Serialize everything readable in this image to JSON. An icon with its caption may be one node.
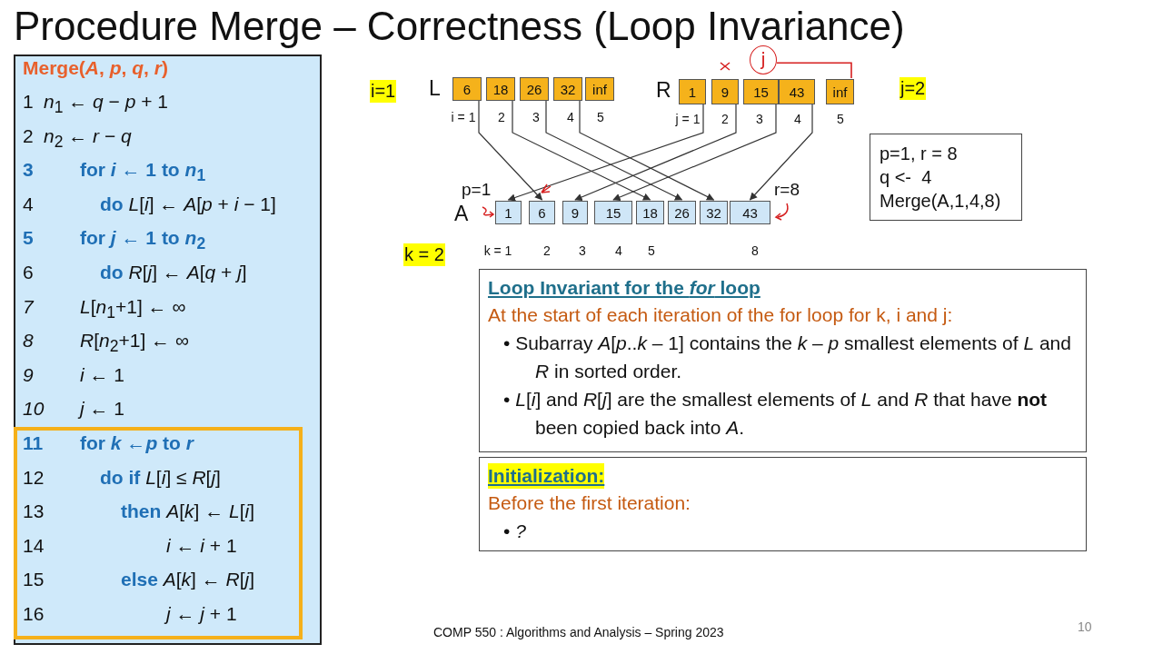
{
  "diagram": {
    "title": "Procedure Merge – Correctness (Loop Invariance)",
    "nodes": [
      {
        "text": [
          "Merge(*A*, *p*, *q*, *r*)",
          "1 *n*$_{1}$ ← *q* − *p* + 1",
          "2 *n*$_{2}$ ← *r* − *q*",
          "**3** **for** *i* ← 1 **to** *n*$_{1}$",
          "4 **do** *L*[*i*] ← *A*[*p* + *i* − 1]",
          "**5** **for** *j* ← 1 **to** *n*$_{2}$",
          "6 **do** *R*[*j*] ← *A*[*q* + *j*]",
          "*7* *L*[*n*$_{1}$+1] ← ∞",
          "*8* *R*[*n*$_{2}$+1] ← ∞",
          "*9* *i* ← 1",
          "*10* *j* ← 1"
        ]
      },
      {
        "text": [
          "**11** **for** *k* ←*p* **to** *r*",
          "12 **do if** *L*[*i*] ≤ *R*[*j*]",
          "13 **then** *A*[*k*] ← *L*[*i*]",
          "14 *i* ← *i* + 1",
          "15 **else** *A*[*k*] ← *R*[*j*]",
          "16 *j* ← *j* + 1"
        ],
        "in": 0
      },
      {
        "text": [
          "6"
        ]
      },
      {
        "text": [
          "18"
        ]
      },
      {
        "text": [
          "26"
        ]
      },
      {
        "text": [
          "32"
        ]
      },
      {
        "text": [
          "inf"
        ]
      },
      {
        "text": [
          "1"
        ]
      },
      {
        "text": [
          "9"
        ]
      },
      {
        "text": [
          "15"
        ]
      },
      {
        "text": [
          "43"
        ]
      },
      {
        "text": [
          "inf"
        ]
      },
      {
        "text": [
          "1"
        ]
      },
      {
        "text": [
          "6"
        ]
      },
      {
        "text": [
          "9"
        ]
      },
      {
        "text": [
          "15"
        ]
      },
      {
        "text": [
          "18"
        ]
      },
      {
        "text": [
          "26"
        ]
      },
      {
        "text": [
          "32"
        ]
      },
      {
        "text": [
          "43"
        ]
      },
      {
        "text": [
          "p=1, r = 8",
          "q <-  4",
          "Merge(A,1,4,8)"
        ]
      },
      {
        "text": [
          "Loop Invariant for the *for* loop",
          "At the start of each iteration of the for loop for k, i and j:",
          "• Subarray *A*[*p*..*k* – 1] contains the *k* – *p* smallest elements of *L* and *R* in sorted order.",
          "• *L*[*i*] and *R*[*j*] are the smallest elements of *L* and *R* that have **not** been copied back into *A*."
        ]
      },
      {
        "text": [
          "Initialization:",
          "Before the first iteration:",
          "• *?*"
        ]
      },
      {
        "text": [
          "j"
        ]
      }
    ],
    "edges": [
      {
        "from": 2,
        "to": 13,
        "arrow": "to"
      },
      {
        "from": 3,
        "to": 16,
        "arrow": "to"
      },
      {
        "from": 4,
        "to": 17,
        "arrow": "to"
      },
      {
        "from": 5,
        "to": 18,
        "arrow": "to"
      },
      {
        "from": 7,
        "to": 12,
        "arrow": "to"
      },
      {
        "from": 8,
        "to": 14,
        "arrow": "to"
      },
      {
        "from": 9,
        "to": 15,
        "arrow": "to"
      },
      {
        "from": 10,
        "to": 19,
        "arrow": "to"
      },
      {
        "from": 23,
        "to": 11,
        "arrow": "none",
        "color": "#d62020"
      }
    ],
    "labels": [
      "i=1",
      "L",
      "R",
      "j=2",
      "i = 1",
      "2",
      "3",
      "4",
      "5",
      "j = 1",
      "2",
      "3",
      "4",
      "5",
      "p=1",
      "r=8",
      "A",
      "k = 2",
      "k = 1",
      "2",
      "3",
      "4",
      "5",
      "8",
      "COMP 550 : Algorithms and Analysis – Spring 2023",
      "10"
    ]
  }
}
